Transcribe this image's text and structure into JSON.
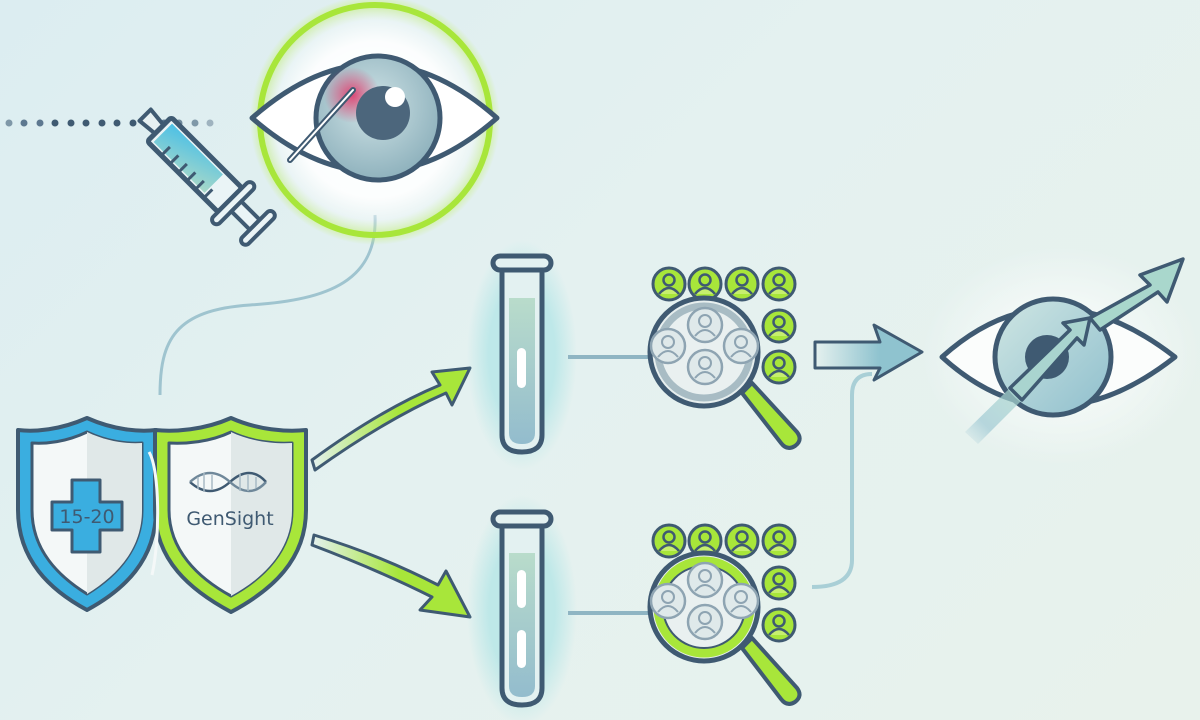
{
  "colors": {
    "outline": "#3f5a72",
    "lime": "#a8e63a",
    "lime_glow": "#c8f07a",
    "blue": "#3aaee0",
    "pale_teal": "#a9cfd6",
    "connector": "#9fc4cf",
    "background": "#dfeef0"
  },
  "shields": [
    {
      "id": "dosage",
      "label": "15-20",
      "icon": "medical-cross-icon",
      "accent": "#3aaee0"
    },
    {
      "id": "brand",
      "label": "GenSight",
      "icon": "dna-icon",
      "accent": "#a8e63a"
    }
  ],
  "stages": [
    {
      "id": "injection",
      "icon": "eye-injection-icon",
      "description": "intravitreal injection into eye"
    },
    {
      "id": "tube-a",
      "icon": "test-tube-icon",
      "bands": 1
    },
    {
      "id": "tube-b",
      "icon": "test-tube-icon",
      "bands": 2
    },
    {
      "id": "screen-a",
      "icon": "patient-screening-icon",
      "patients_grid": "4+2",
      "magnifier": "grey"
    },
    {
      "id": "screen-b",
      "icon": "patient-screening-icon",
      "patients_grid": "4+2",
      "magnifier": "lime"
    },
    {
      "id": "outcome",
      "icon": "vision-improvement-icon",
      "description": "eye with upward arrow"
    }
  ],
  "dotted_line": {
    "dots": 14
  }
}
